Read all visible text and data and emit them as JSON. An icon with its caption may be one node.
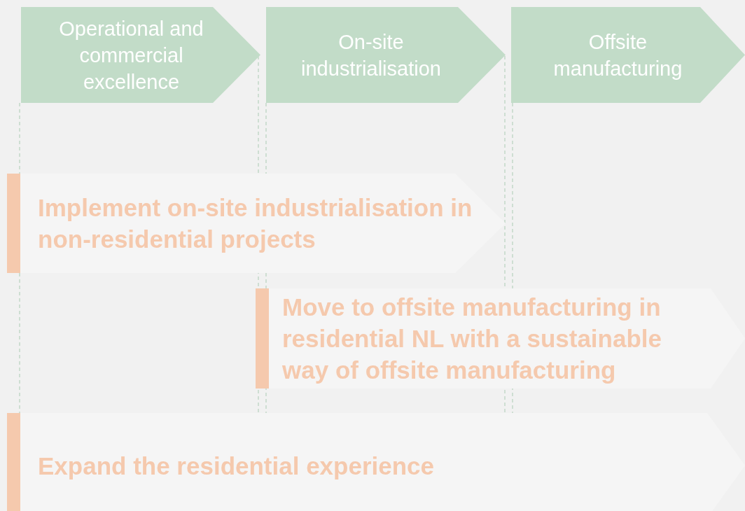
{
  "diagram": {
    "nodes": [
      {
        "text": [
          "Operational and commercial excellence"
        ]
      },
      {
        "text": [
          "On-site industrialisation"
        ]
      },
      {
        "text": [
          "Offsite manufacturing"
        ]
      },
      {
        "text": [
          "Implement on-site industrialisation in non-residential projects"
        ]
      },
      {
        "text": [
          "Move to offsite manufacturing in residential NL with a sustainable way of offsite manufacturing"
        ]
      },
      {
        "text": [
          "Expand the residential experience"
        ]
      }
    ]
  }
}
